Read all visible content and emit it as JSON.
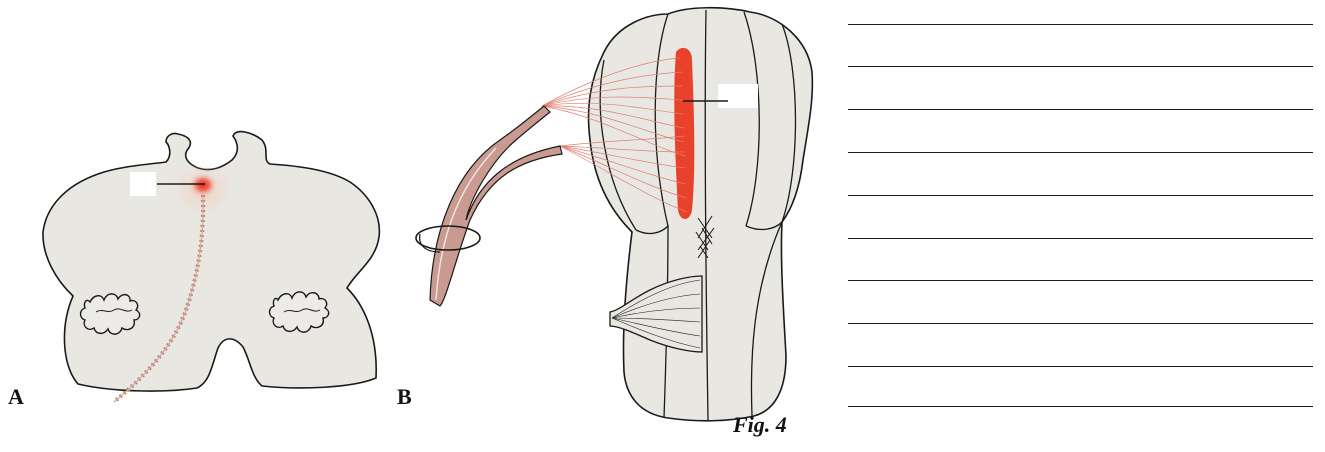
{
  "figure": {
    "caption": "Fig. 4",
    "panel_a_label": "A",
    "panel_b_label": "B"
  },
  "colors": {
    "tissue": "#e8e7e2",
    "outline": "#1a1a1a",
    "highlight": "#e8412c",
    "fiber": "#b88178"
  },
  "answer_lines": [
    {
      "text": ""
    },
    {
      "text": ""
    },
    {
      "text": ""
    },
    {
      "text": ""
    },
    {
      "text": ""
    },
    {
      "text": ""
    },
    {
      "text": ""
    },
    {
      "text": ""
    },
    {
      "text": ""
    },
    {
      "text": ""
    }
  ]
}
